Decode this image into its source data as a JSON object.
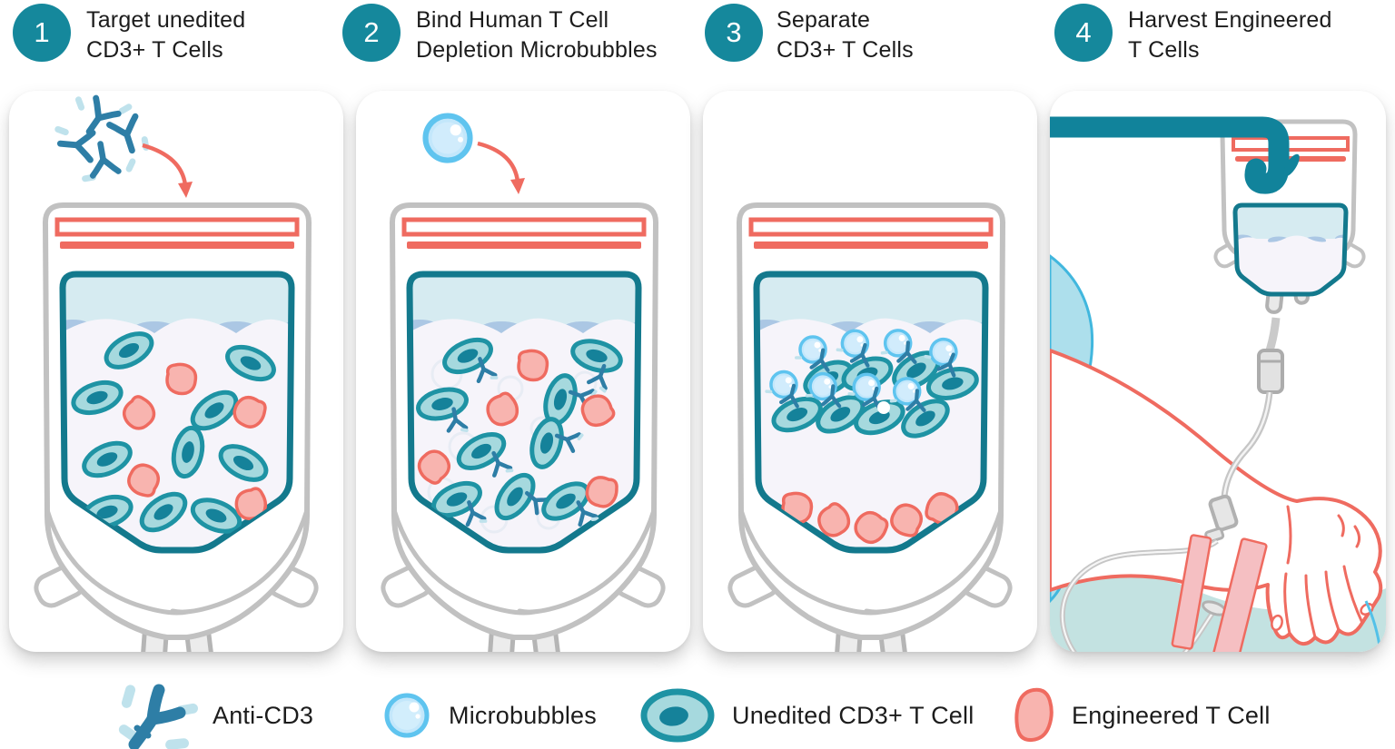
{
  "steps": [
    {
      "number": "1",
      "label": "Target unedited\nCD3+ T Cells"
    },
    {
      "number": "2",
      "label": "Bind Human T Cell\nDepletion Microbubbles"
    },
    {
      "number": "3",
      "label": "Separate\nCD3+ T Cells"
    },
    {
      "number": "4",
      "label": "Harvest Engineered\nT Cells"
    }
  ],
  "legend": [
    {
      "icon": "anti-cd3-antibody-icon",
      "label": "Anti-CD3"
    },
    {
      "icon": "microbubble-icon",
      "label": "Microbubbles"
    },
    {
      "icon": "unedited-cd3-t-cell-icon",
      "label": "Unedited CD3+ T Cell"
    },
    {
      "icon": "engineered-t-cell-icon",
      "label": "Engineered T Cell"
    }
  ],
  "colors": {
    "step_badge_teal": "#15889C",
    "container_teal": "#13798D",
    "red_accent": "#EF6B60",
    "cell_ring_teal": "#1E93A4",
    "cell_fill_teal": "#A6D9DE",
    "cell_nucleus_teal": "#15829A",
    "engineered_pink": "#F8B4AF",
    "bubble_blue": "#5FC4EF",
    "antibody_blue": "#2E7EA6",
    "bag_outline_gray": "#C1C1C1",
    "liquid_top": "#D6EBF1",
    "liquid_body": "#F6F4FA",
    "wave_lens": "#ABC7E4",
    "surface_teal": "#C3E2E1",
    "sleeve_blue": "#ADDFEC"
  }
}
